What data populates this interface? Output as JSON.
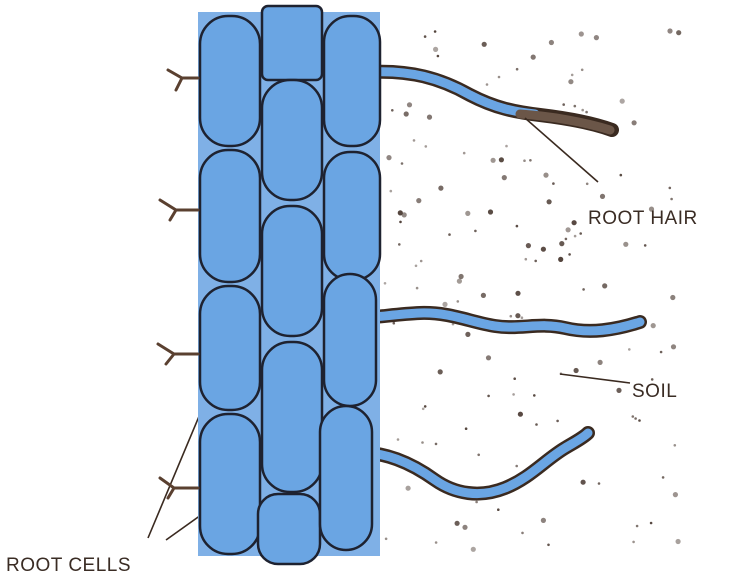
{
  "labels": {
    "root_hair": "ROOT HAIR",
    "soil": "SOIL",
    "root_cells": "ROOT CELLS"
  },
  "colors": {
    "cell_fill": "#6aa5e3",
    "cell_outline": "#1e2230",
    "label_text": "#3a2c24",
    "soil_particles": "#4a3a32"
  }
}
